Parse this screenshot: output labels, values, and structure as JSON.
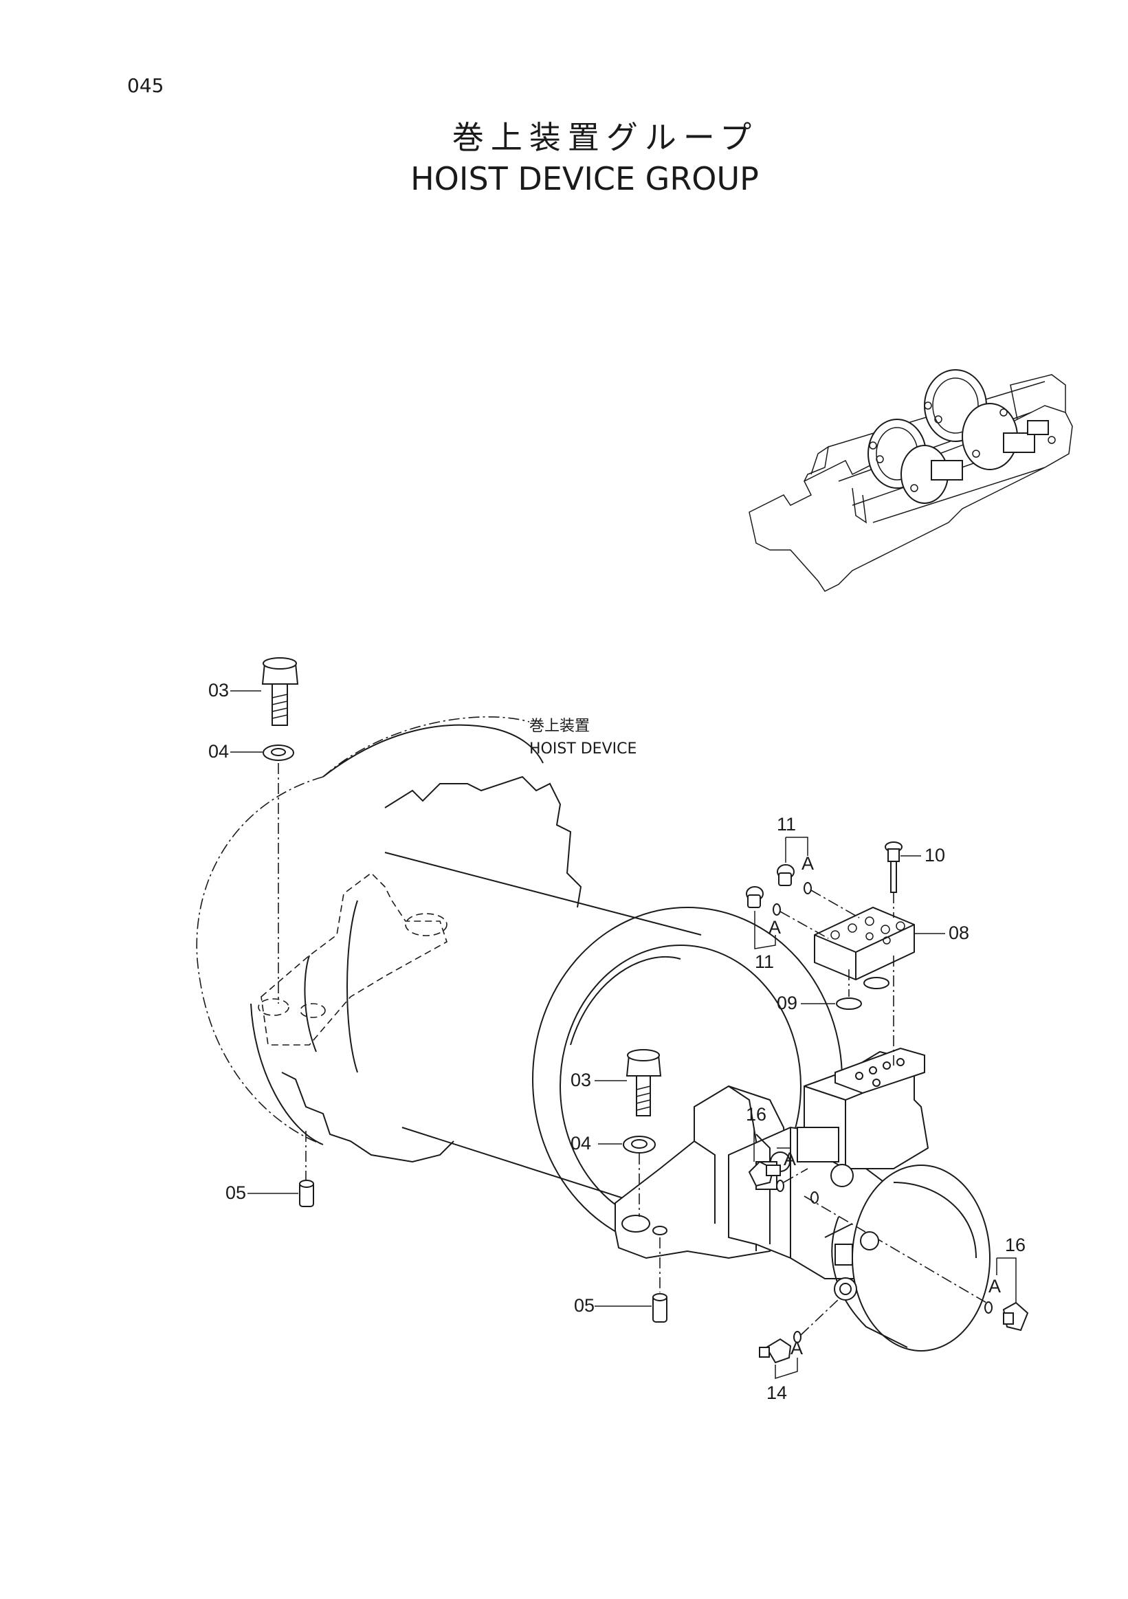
{
  "page": {
    "number": "045"
  },
  "title": {
    "japanese": "巻上装置グループ",
    "english": "HOIST DEVICE GROUP"
  },
  "assembly": {
    "label_ja": "巻上装置",
    "label_en": "HOIST DEVICE"
  },
  "callouts": {
    "c03a": "03",
    "c04a": "04",
    "c05a": "05",
    "c03b": "03",
    "c04b": "04",
    "c05b": "05",
    "c08": "08",
    "c09": "09",
    "c10": "10",
    "c11a": "11",
    "c11b": "11",
    "c14": "14",
    "c16a": "16",
    "c16b": "16",
    "a1": "A",
    "a2": "A",
    "a3": "A",
    "a4": "A",
    "a5": "A"
  }
}
